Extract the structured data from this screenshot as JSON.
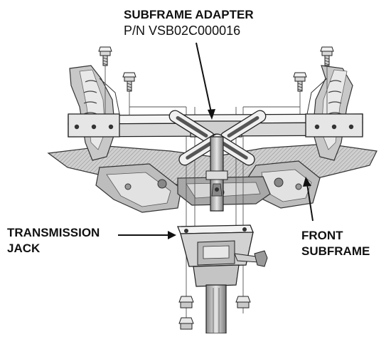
{
  "labels": {
    "adapter_title": "SUBFRAME ADAPTER",
    "adapter_pn": "P/N VSB02C000016",
    "jack_line1": "TRANSMISSION",
    "jack_line2": "JACK",
    "subframe_line1": "FRONT",
    "subframe_line2": "SUBFRAME"
  },
  "colors": {
    "ink": "#111111",
    "metal_light": "#d9d9d9",
    "metal_mid": "#9a9a9a",
    "metal_dark": "#4a4a4a",
    "background": "#ffffff"
  }
}
